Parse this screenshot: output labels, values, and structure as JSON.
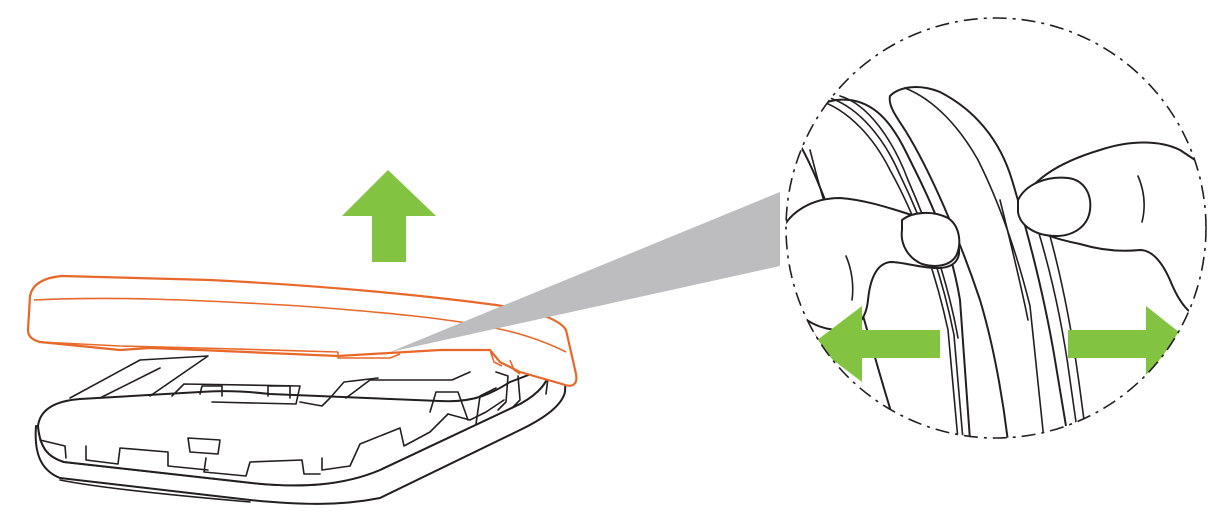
{
  "diagram": {
    "steps": [
      {
        "id": "lift-cover",
        "action": "lift",
        "direction": "up"
      },
      {
        "id": "pry-edges",
        "action": "pull",
        "direction": "outward"
      }
    ],
    "colors": {
      "arrow": "#82c341",
      "cover_outline": "#e8682a",
      "device_outline": "#231f20",
      "callout_beam": "#bdbdbf",
      "background": "#ffffff"
    },
    "icons": {
      "lift_arrow": "arrow-up-icon",
      "pull_left": "arrow-left-icon",
      "pull_right": "arrow-right-icon"
    }
  }
}
